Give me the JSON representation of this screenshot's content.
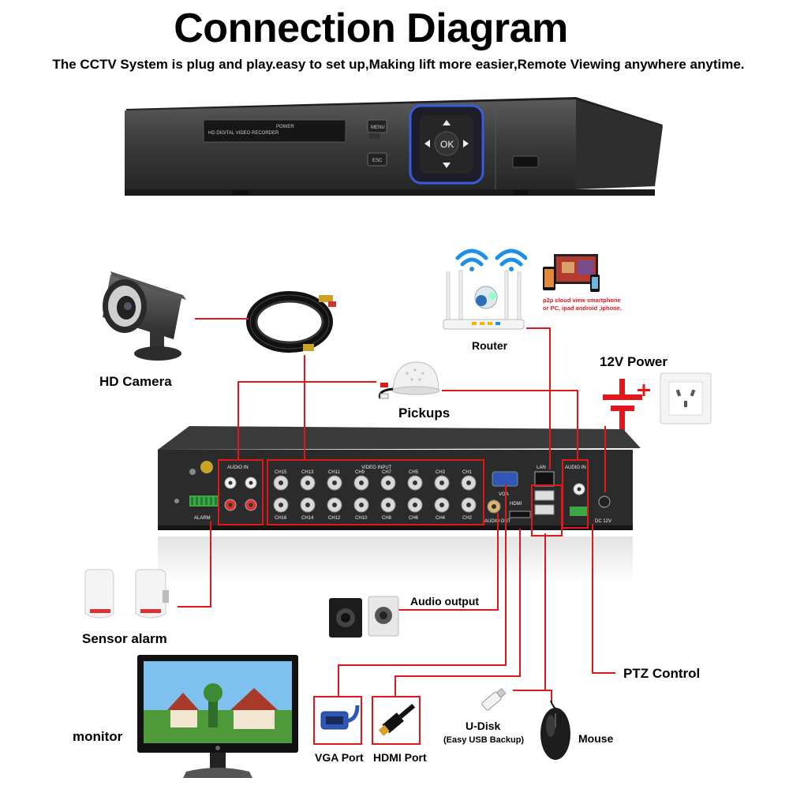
{
  "title": "Connection Diagram",
  "subtitle": "The CCTV System is plug and play.easy to set up,Making lift more easier,Remote Viewing anywhere anytime.",
  "dvr_front": {
    "display_label": "HD DIGITAL VIDEO RECORDER",
    "power_label": "POWER",
    "menu_label": "MENU",
    "esc_label": "ESC",
    "ok_label": "OK"
  },
  "devices": {
    "hd_camera": "HD Camera",
    "router": "Router",
    "power_12v": "12V Power",
    "pickups": "Pickups",
    "sensor_alarm": "Sensor alarm",
    "audio_output": "Audio output",
    "ptz_control": "PTZ Control",
    "monitor": "monitor",
    "vga_port": "VGA Port",
    "hdmi_port": "HDMI Port",
    "u_disk": "U-Disk",
    "u_disk_note": "(Easy USB Backup)",
    "mouse": "Mouse"
  },
  "remote_view": {
    "line1": "p2p cloud  view smartphone",
    "line2": "or PC, ipad android ,iphone."
  },
  "dvr_back": {
    "audio_in_left": "AUDIO IN",
    "video_input": "VIDEO INPUT",
    "audio_in_right": "AUDIO IN",
    "alarm": "ALARM",
    "vga": "VGA",
    "lan": "LAN",
    "audio_out": "AUDIO OUT",
    "hdmi": "HDMI",
    "dc12v": "DC 12V",
    "channels_top": [
      "CH15",
      "CH13",
      "CH11",
      "CH9",
      "CH7",
      "CH5",
      "CH3",
      "CH1"
    ],
    "channels_bottom": [
      "CH16",
      "CH14",
      "CH12",
      "CH10",
      "CH8",
      "CH6",
      "CH4",
      "CH2"
    ]
  },
  "colors": {
    "accent_red": "#e3161b",
    "wifi_blue": "#1e90e8",
    "dvr_body": "#2b2b2b"
  }
}
